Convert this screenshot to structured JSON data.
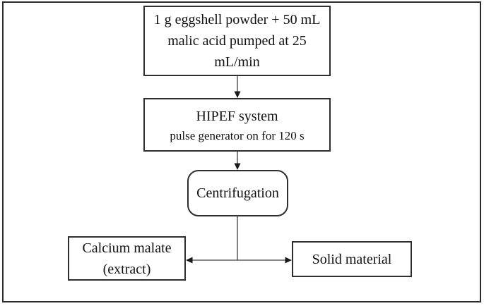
{
  "nodes": {
    "feed": {
      "lines": [
        "1 g eggshell powder + 50 mL",
        "malic acid pumped at 25",
        "mL/min"
      ]
    },
    "hipef": {
      "title": "HIPEF system",
      "subtitle": "pulse generator on for 120 s"
    },
    "centrifugation": {
      "label": "Centrifugation"
    },
    "extract": {
      "lines": [
        "Calcium malate",
        "(extract)"
      ]
    },
    "solid": {
      "label": "Solid material"
    }
  },
  "edges": [
    {
      "from": "feed",
      "to": "hipef",
      "style": "arrow-down"
    },
    {
      "from": "hipef",
      "to": "centrifugation",
      "style": "arrow-down"
    },
    {
      "from": "centrifugation",
      "to": "extract",
      "style": "arrow-left"
    },
    {
      "from": "centrifugation",
      "to": "solid",
      "style": "arrow-right"
    }
  ],
  "colors": {
    "background": "#ffffff",
    "frame_border": "#2b2b2b",
    "box_border": "#2e2e2e",
    "text": "#111111",
    "connector": "#3d3d3d",
    "arrowhead": "#1a1a1a"
  }
}
